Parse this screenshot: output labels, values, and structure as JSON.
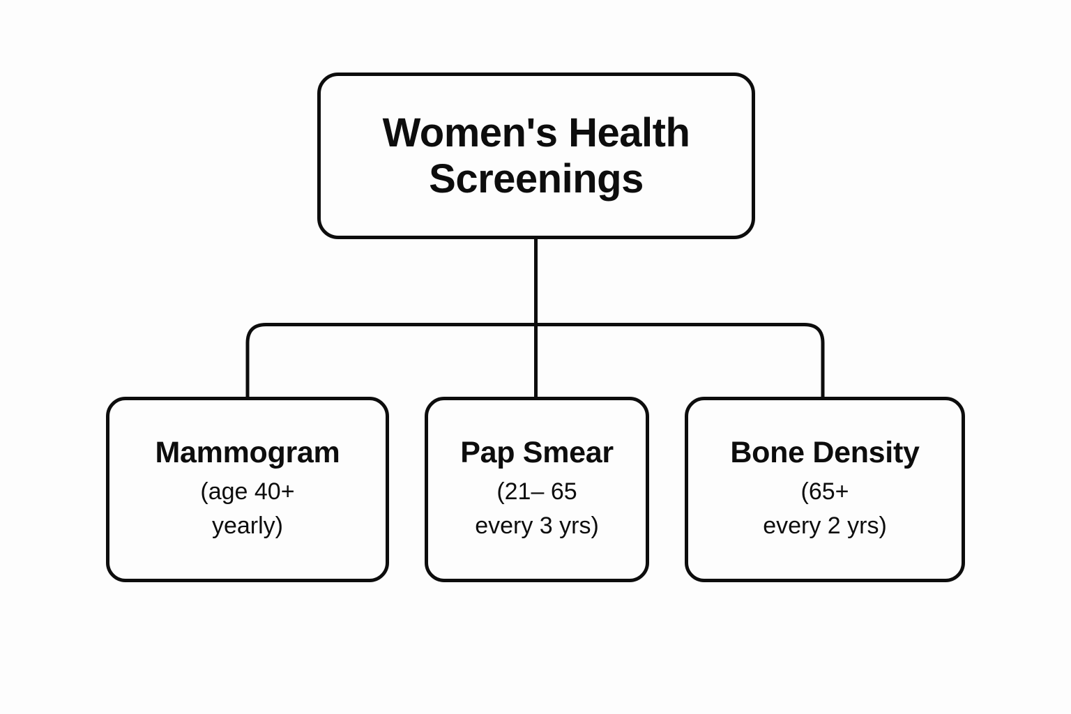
{
  "diagram": {
    "kind": "hierarchy-tree",
    "orientation": "top-down",
    "levels": 2,
    "background_color": "#fdfdfd",
    "stroke_color": "#0d0d0d",
    "text_color": "#0d0d0d"
  },
  "root": {
    "title": "Women's Health Screenings",
    "title_line_1": "Women's Health",
    "title_line_2": "Screenings"
  },
  "children": [
    {
      "id": "mammogram",
      "title": "Mammogram",
      "subtitle": "(age 40+\nyearly)",
      "detail_line_1": "(age 40+",
      "detail_line_2": "yearly)",
      "age_range": "40+",
      "frequency": "yearly"
    },
    {
      "id": "pap-smear",
      "title": "Pap Smear",
      "subtitle": "(21– 65\nevery 3 yrs)",
      "detail_line_1": "(21– 65",
      "detail_line_2": "every 3 yrs)",
      "age_range": "21–65",
      "frequency": "every 3 yrs"
    },
    {
      "id": "bone-density",
      "title": "Bone Density",
      "subtitle": "(65+\nevery 2 yrs)",
      "detail_line_1": "(65+",
      "detail_line_2": "every 2 yrs)",
      "age_range": "65+",
      "frequency": "every 2 yrs"
    }
  ],
  "connectors": {
    "stem_from_root": "vertical line from root bottom to child row",
    "bus": "horizontal distribution bar with rounded corners",
    "legs": 3
  }
}
